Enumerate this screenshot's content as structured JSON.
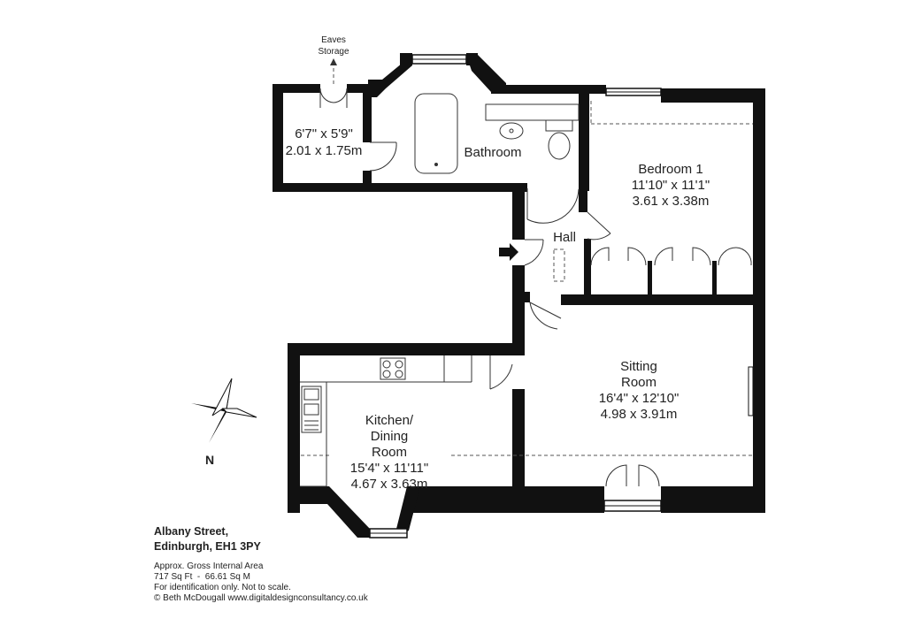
{
  "rooms": {
    "eaves": {
      "label": "Eaves\nStorage",
      "line1": "Eaves",
      "line2": "Storage"
    },
    "storage": {
      "imperial": "6'7\" x 5'9\"",
      "metric": "2.01 x 1.75m"
    },
    "bathroom": {
      "name": "Bathroom"
    },
    "bedroom": {
      "name": "Bedroom 1",
      "imperial": "11'10\" x 11'1\"",
      "metric": "3.61 x 3.38m"
    },
    "hall": {
      "name": "Hall"
    },
    "sitting": {
      "name1": "Sitting",
      "name2": "Room",
      "imperial": "16'4\" x 12'10\"",
      "metric": "4.98 x 3.91m"
    },
    "kitchen": {
      "name1": "Kitchen/",
      "name2": "Dining",
      "name3": "Room",
      "imperial": "15'4\" x 11'11\"",
      "metric": "4.67 x 3.63m"
    }
  },
  "compass": {
    "north": "N"
  },
  "info": {
    "street": "Albany Street,",
    "city": "Edinburgh, EH1 3PY",
    "area_title": "Approx. Gross Internal Area",
    "area": "717 Sq Ft  -  66.61 Sq M",
    "disclaimer": "For identification only. Not to scale.",
    "credit": "© Beth McDougall www.digitaldesignconsultancy.co.uk"
  },
  "colors": {
    "wall": "#111111",
    "background": "#ffffff"
  }
}
